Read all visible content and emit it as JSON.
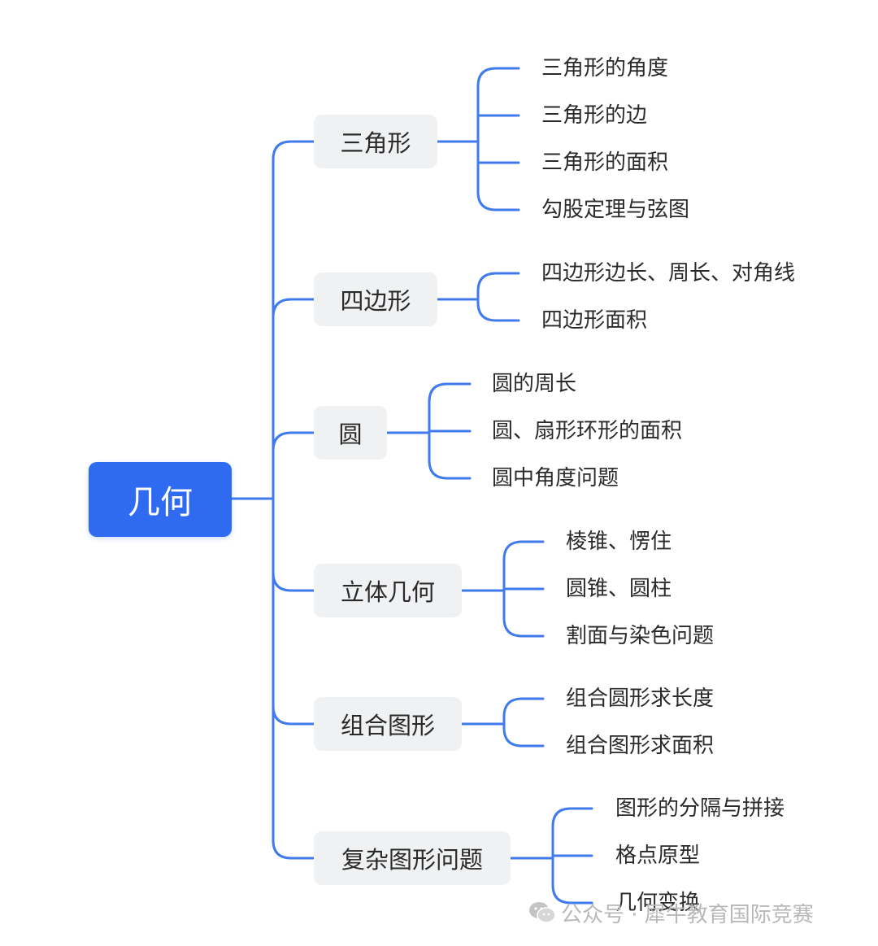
{
  "root": {
    "label": "几何"
  },
  "branches": [
    {
      "label": "三角形",
      "leaves": [
        "三角形的角度",
        "三角形的边",
        "三角形的面积",
        "勾股定理与弦图"
      ]
    },
    {
      "label": "四边形",
      "leaves": [
        "四边形边长、周长、对角线",
        "四边形面积"
      ]
    },
    {
      "label": "圆",
      "leaves": [
        "圆的周长",
        "圆、扇形环形的面积",
        "圆中角度问题"
      ]
    },
    {
      "label": "立体几何",
      "leaves": [
        "棱锥、愣住",
        "圆锥、圆柱",
        "割面与染色问题"
      ]
    },
    {
      "label": "组合图形",
      "leaves": [
        "组合圆形求长度",
        "组合图形求面积"
      ]
    },
    {
      "label": "复杂图形问题",
      "leaves": [
        "图形的分隔与拼接",
        "格点原型",
        "几何变换"
      ]
    }
  ],
  "watermark": {
    "text": "公众号 · 犀牛教育国际竞赛",
    "icon": "wechat-icon"
  },
  "colors": {
    "accent": "#2f6bf1",
    "connector": "#3f7bea",
    "branch_bg": "#f0f1f3"
  }
}
